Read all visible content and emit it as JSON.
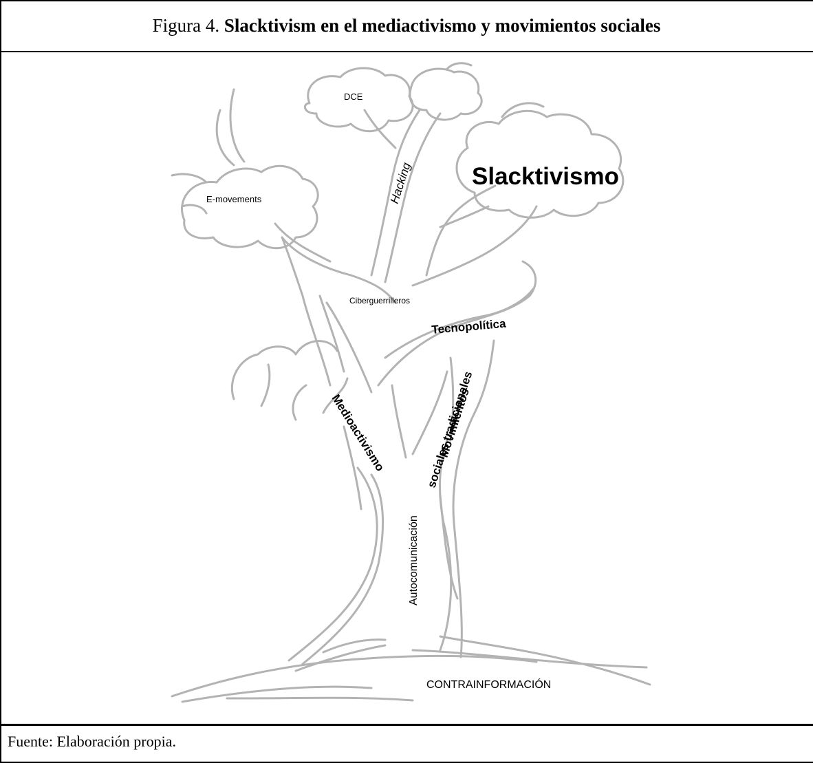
{
  "figure": {
    "title_prefix": "Figura 4.",
    "title_bold": "Slacktivism en el mediactivismo y movimientos sociales",
    "source": "Fuente: Elaboración propia."
  },
  "tree_labels": {
    "dce": "DCE",
    "hacking": "Hacking",
    "slacktivismo": "Slacktivismo",
    "emovements": "E-movements",
    "ciberguerrilleros": "Ciberguerrilleros",
    "tecnopolitica": "Tecnopolítica",
    "movimientos": "Movimientos",
    "sociales_tradicionales": "sociales tradicionales",
    "medioactivismo": "Medioactivismo",
    "autocomunicacion": "Autocomunicación",
    "contrainformacion": "CONTRAINFORMACIÓN"
  },
  "colors": {
    "stroke": "#b3b3b3",
    "border": "#000000"
  }
}
